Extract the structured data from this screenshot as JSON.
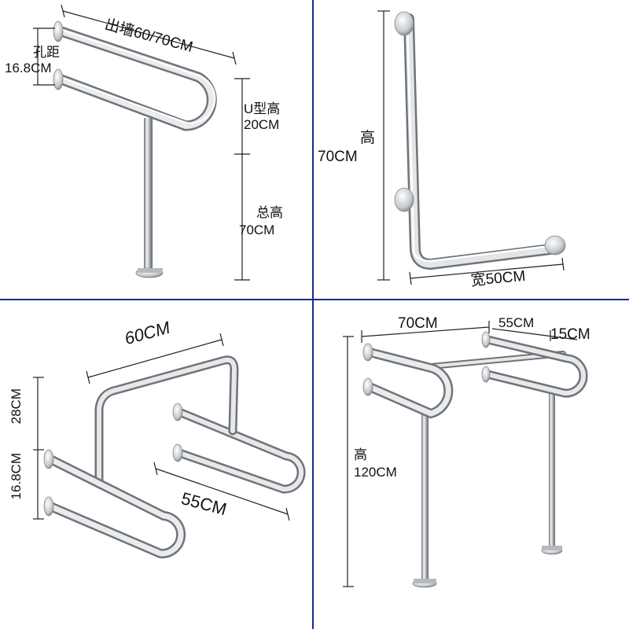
{
  "panels": {
    "top_left": {
      "out_from_wall": "出墙60/70CM",
      "hole_distance_label": "孔距",
      "hole_distance_value": "16.8CM",
      "u_height_label": "U型高",
      "u_height_value": "20CM",
      "total_height_label": "总高",
      "total_height_value": "70CM"
    },
    "top_right": {
      "height_label": "高",
      "height_value": "70CM",
      "width": "宽50CM"
    },
    "bottom_left": {
      "top_length": "60CM",
      "top_height": "28CM",
      "hole_distance": "16.8CM",
      "depth": "55CM"
    },
    "bottom_right": {
      "depth": "70CM",
      "width": "55CM",
      "offset": "15CM",
      "height_label": "高",
      "height_value": "120CM"
    }
  },
  "colors": {
    "divider": "#1b2a8c",
    "dimension_line": "#222222",
    "steel_dark": "#6f747a",
    "steel_light": "#f4f5f6"
  }
}
